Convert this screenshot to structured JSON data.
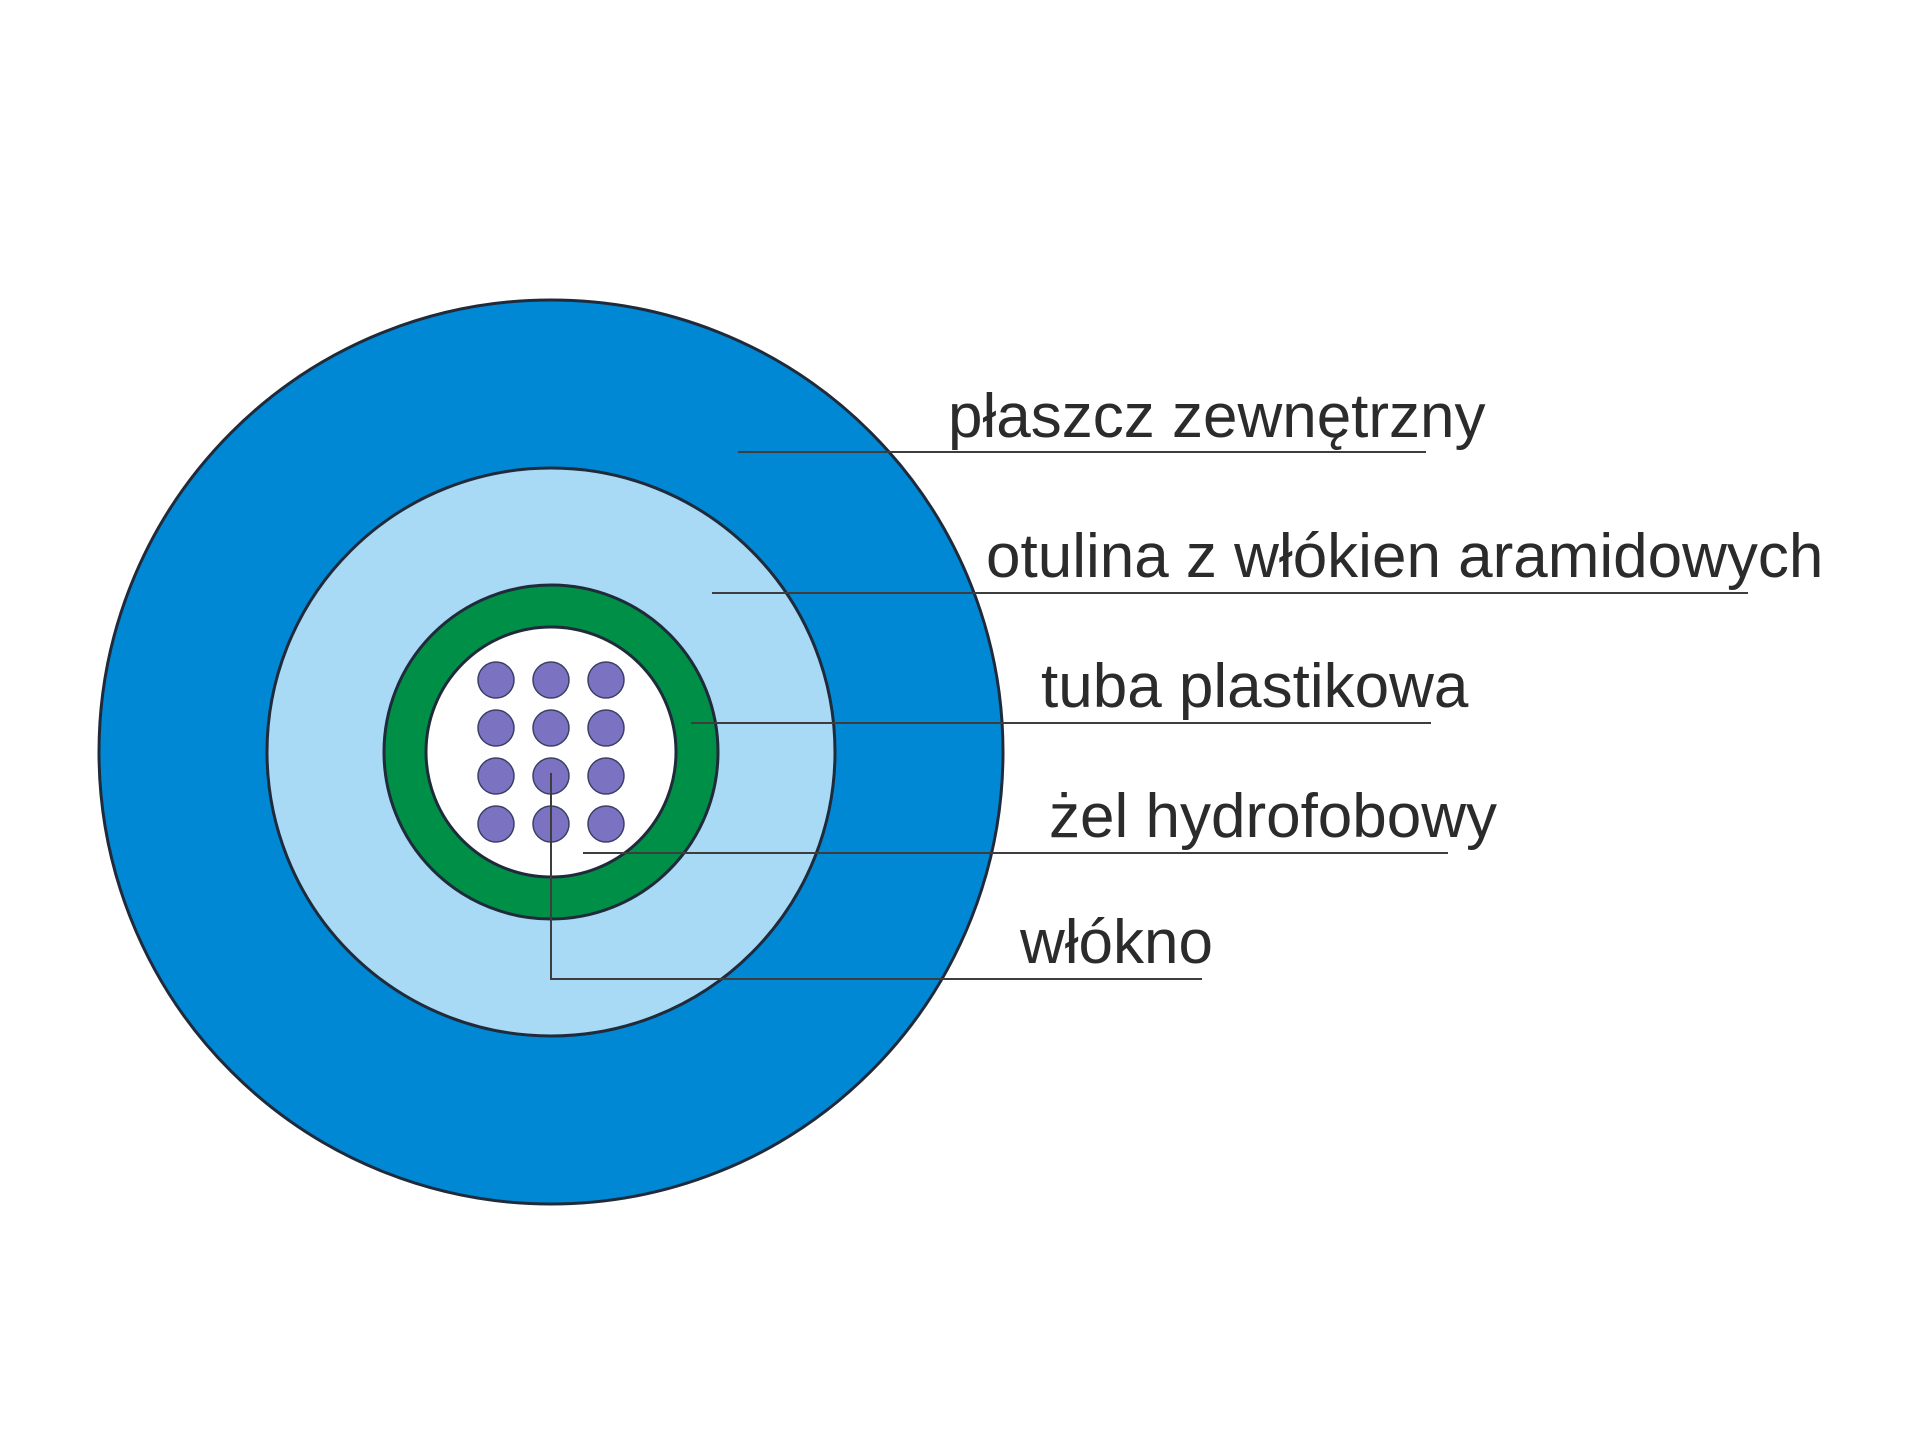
{
  "labels": {
    "outer_jacket": "płaszcz zewnętrzny",
    "aramid_layer": "otulina z włókien aramidowych",
    "plastic_tube": "tuba plastikowa",
    "gel": "żel hydrofobowy",
    "fiber": "włókno"
  },
  "fiber_count": 12,
  "colors": {
    "outer_jacket": "#0088d4",
    "aramid_layer": "#a8d9f5",
    "plastic_tube": "#008f47",
    "gel": "#ffffff",
    "fiber": "#7b72c2",
    "outline": "#1f2a3a",
    "leader_line": "#3d3d3d",
    "text": "#2b2b2b"
  }
}
